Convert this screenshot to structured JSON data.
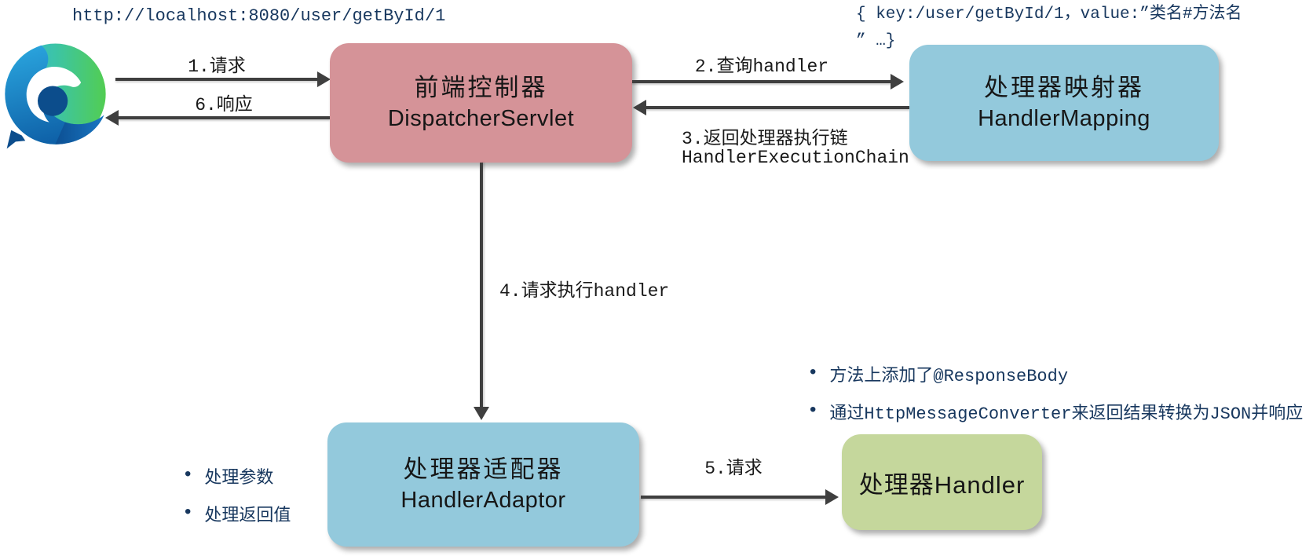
{
  "browser": {
    "url": "http://localhost:8080/user/getById/1",
    "logo_icon": "microsoft-edge-logo"
  },
  "mapping_note": {
    "line1": "{ key:/user/getById/1，value:”类名#方法名",
    "line2": "” …}"
  },
  "nodes": {
    "dispatcher": {
      "title_cn": "前端控制器",
      "title_en": "DispatcherServlet",
      "fill": "#d59398"
    },
    "handler_mapping": {
      "title_cn": "处理器映射器",
      "title_en": "HandlerMapping",
      "fill": "#93c9dc"
    },
    "handler_adaptor": {
      "title_cn": "处理器适配器",
      "title_en": "HandlerAdaptor",
      "fill": "#93c9dc"
    },
    "handler": {
      "title": "处理器Handler",
      "fill": "#c5d79c"
    }
  },
  "arrows": {
    "step1": "1.请求",
    "step2": "2.查询handler",
    "step3_line1": "3.返回处理器执行链",
    "step3_line2": "HandlerExecutionChain",
    "step4": "4.请求执行handler",
    "step5": "5.请求",
    "step6": "6.响应"
  },
  "notes": {
    "adaptor_bullets": [
      "处理参数",
      "处理返回值"
    ],
    "handler_bullets": [
      "方法上添加了@ResponseBody",
      "通过HttpMessageConverter来返回结果转换为JSON并响应"
    ]
  },
  "colors": {
    "arrow": "#3f3f3f",
    "note_text": "#17375e",
    "label_text": "#1a1a1a",
    "dispatcher_fill": "#d59398",
    "mapping_fill": "#93c9dc",
    "adaptor_fill": "#93c9dc",
    "handler_fill": "#c5d79c"
  }
}
